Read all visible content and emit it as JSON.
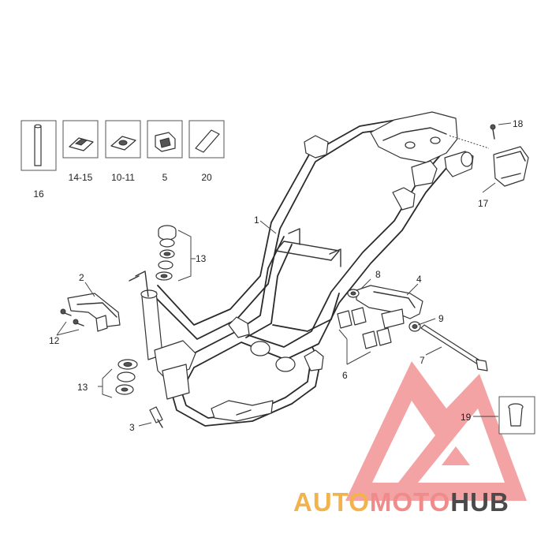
{
  "thumbnail_labels": [
    "16",
    "14-15",
    "10-11",
    "5",
    "20"
  ],
  "callouts": {
    "c1": "1",
    "c2": "2",
    "c3": "3",
    "c4": "4",
    "c6": "6",
    "c7": "7",
    "c8": "8",
    "c9": "9",
    "c12": "12",
    "c13a": "13",
    "c13b": "13",
    "c17": "17",
    "c18": "18",
    "c19": "19"
  },
  "watermark": {
    "part_auto": "AUTO",
    "part_moto": "MOTO",
    "part_hub": "HUB",
    "color_auto": "#f2b24c",
    "color_moto": "#ef8b8b",
    "color_hub": "#4a4a4a",
    "logo_color": "#f08a8a"
  },
  "colors": {
    "line": "#333333",
    "background": "#ffffff"
  }
}
